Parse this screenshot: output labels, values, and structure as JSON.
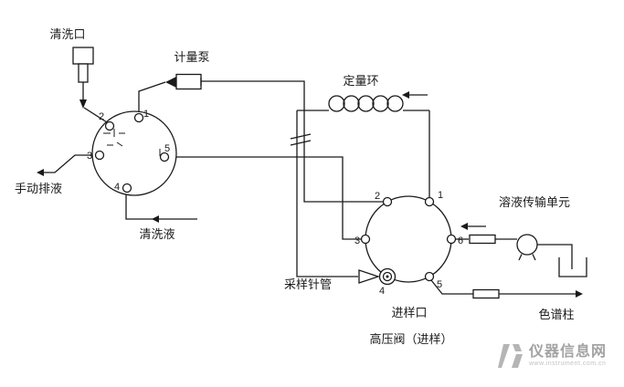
{
  "diagram": {
    "labels": {
      "wash_port": "清洗口",
      "metering_pump": "计量泵",
      "sample_loop": "定量环",
      "manual_drain": "手动排液",
      "wash_solution": "清洗液",
      "solution_transfer_unit": "溶液传输单元",
      "sampling_needle": "采样针管",
      "injection_port": "进样口",
      "high_pressure_valve": "高压阀（进样）",
      "column": "色谱柱"
    },
    "left_valve": {
      "ports": [
        "1",
        "2",
        "3",
        "4",
        "5"
      ]
    },
    "right_valve": {
      "ports": [
        "1",
        "2",
        "3",
        "4",
        "5",
        "6"
      ]
    },
    "colors": {
      "line": "#1a1a1a",
      "background": "#ffffff",
      "watermark": "#a3a3a3"
    }
  },
  "watermark": {
    "site_name": "仪器信息网",
    "site_url": "www.instrument.com.cn"
  }
}
